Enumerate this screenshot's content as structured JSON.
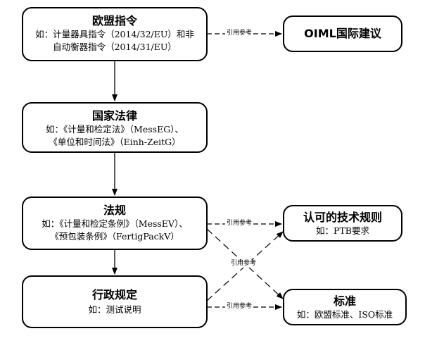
{
  "nodes": {
    "eu_directive": {
      "title": "欧盟指令",
      "lines": [
        "如：计量器具指令（2014/32/EU）和非",
        "自动衡器指令（2014/31/EU）"
      ]
    },
    "oiml": {
      "title": "OIML国际建议"
    },
    "national_law": {
      "title": "国家法律",
      "lines": [
        "如：《计量和检定法》（MessEG）、",
        "《单位和时间法》（Einh-ZeitG）"
      ]
    },
    "regulation": {
      "title": "法规",
      "lines": [
        "如：《计量和检定条例》（MessEV）、",
        "《预包装条例》（FertigPackV）"
      ]
    },
    "admin_rules": {
      "title": "行政规定",
      "lines": [
        "如：测试说明"
      ]
    },
    "tech_rules": {
      "title": "认可的技术规则",
      "lines": [
        "如：PTB要求"
      ]
    },
    "standards": {
      "title": "标准",
      "lines": [
        "如：欧盟标准、ISO标准"
      ]
    }
  },
  "edge_labels": {
    "ref_oiml": "引用参考",
    "ref_tech": "引用参考",
    "ref_cross": "引用参考",
    "ref_std": "引用参考"
  }
}
